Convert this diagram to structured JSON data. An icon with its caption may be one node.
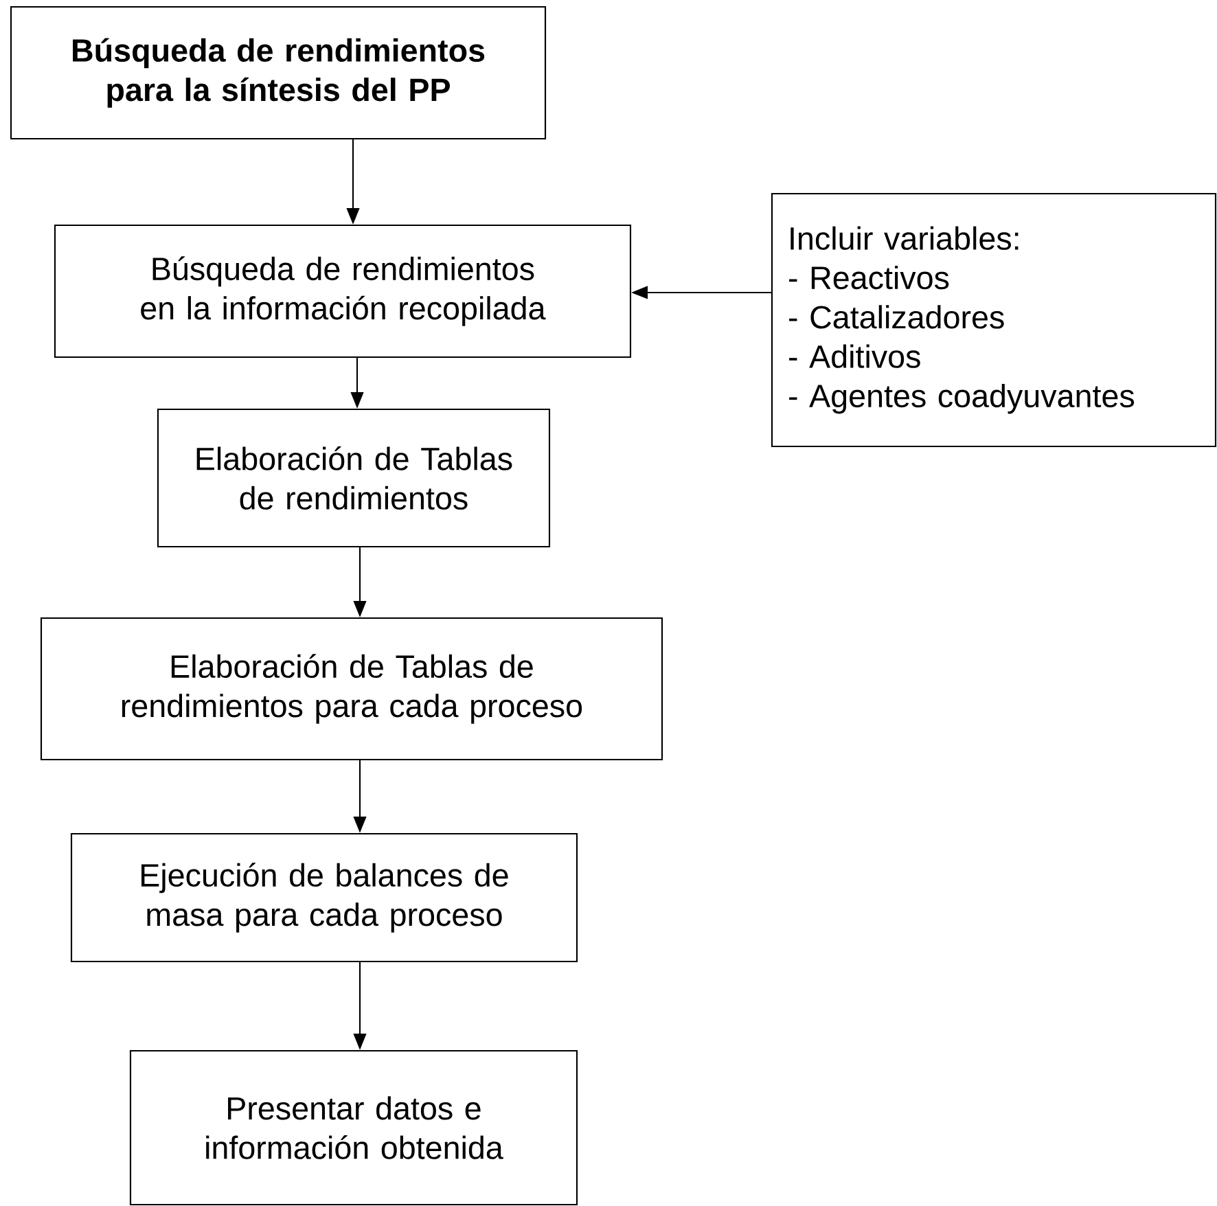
{
  "diagram": {
    "nodes": [
      {
        "text": [
          "Búsqueda de rendimientos para la síntesis del PP"
        ]
      },
      {
        "text": [
          "Búsqueda de rendimientos en la información recopilada"
        ]
      },
      {
        "text": [
          "Incluir variables:",
          "- Reactivos",
          "- Catalizadores",
          "- Aditivos",
          "- Agentes coadyuvantes"
        ]
      },
      {
        "text": [
          "Elaboración de Tablas de rendimientos"
        ]
      },
      {
        "text": [
          "Elaboración de Tablas de rendimientos para cada proceso"
        ]
      },
      {
        "text": [
          "Ejecución de balances de masa para cada proceso"
        ]
      },
      {
        "text": [
          "Presentar datos e información obtenida"
        ]
      }
    ],
    "edges": [
      {
        "from": 0,
        "to": 1,
        "arrow": "to"
      },
      {
        "from": 2,
        "to": 1,
        "arrow": "to"
      },
      {
        "from": 1,
        "to": 3,
        "arrow": "to"
      },
      {
        "from": 3,
        "to": 4,
        "arrow": "to"
      },
      {
        "from": 4,
        "to": 5,
        "arrow": "to"
      },
      {
        "from": 5,
        "to": 6,
        "arrow": "to"
      }
    ]
  }
}
